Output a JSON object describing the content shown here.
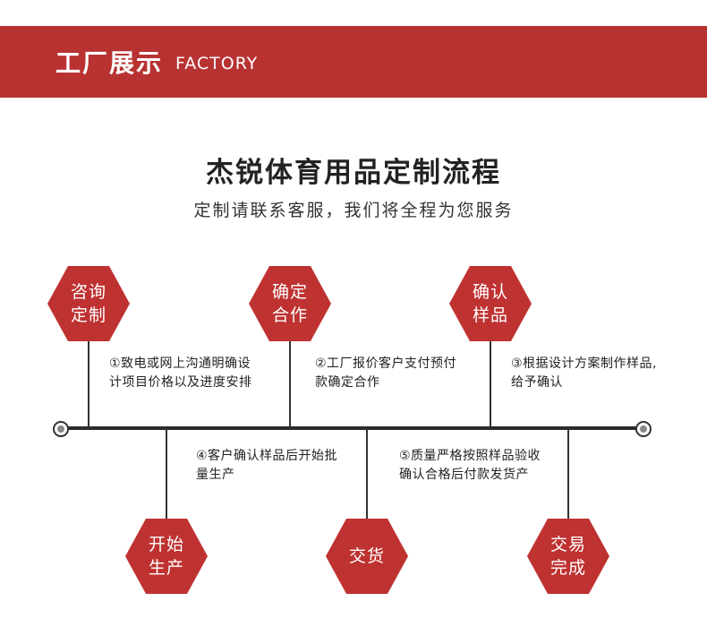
{
  "header": {
    "title_cn": "工厂展示",
    "title_en": "FACTORY"
  },
  "main": {
    "title": "杰锐体育用品定制流程",
    "subtitle": "定制请联系客服，我们将全程为您服务"
  },
  "steps": [
    {
      "label": "咨询定制",
      "desc": "①致电或网上沟通明确设计项目价格以及进度安排"
    },
    {
      "label": "确定合作",
      "desc": "②工厂报价客户支付预付款确定合作"
    },
    {
      "label": "确认样品",
      "desc": "③根据设计方案制作样品,给予确认"
    },
    {
      "label": "开始生产",
      "desc": "④客户确认样品后开始批量生产"
    },
    {
      "label": "交货",
      "desc": "⑤质量严格按照样品验收确认合格后付款发货产"
    },
    {
      "label": "交易完成",
      "desc": ""
    }
  ],
  "colors": {
    "accent": "#bf3232",
    "banner": "#b83232",
    "line": "#2b2b2b"
  }
}
